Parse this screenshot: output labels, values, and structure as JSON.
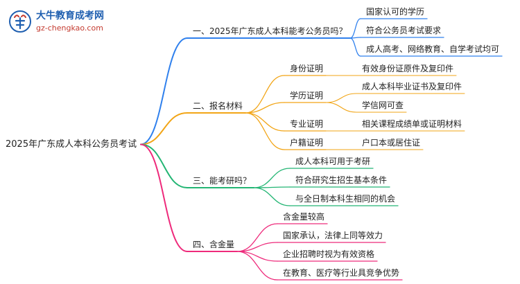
{
  "logo": {
    "name": "大牛教育成考网",
    "url": "gz-chengkao.com",
    "accent": "#1f5fb0",
    "url_color": "#c43a2f"
  },
  "mindmap": {
    "root": "2025年广东成人本科公务员考试",
    "branches": [
      {
        "label": "一、2025年广东成人本科能考公务员吗？",
        "color": "#2f80ed",
        "children": [
          {
            "label": "国家认可的学历",
            "children": []
          },
          {
            "label": "符合公务员考试要求",
            "children": []
          },
          {
            "label": "成人高考、网络教育、自学考试均可",
            "children": []
          }
        ]
      },
      {
        "label": "二、报名材料",
        "color": "#f2a516",
        "children": [
          {
            "label": "身份证明",
            "children": [
              "有效身份证原件及复印件"
            ]
          },
          {
            "label": "学历证明",
            "children": [
              "成人本科毕业证书及复印件",
              "学信网可查"
            ]
          },
          {
            "label": "专业证明",
            "children": [
              "相关课程成绩单或证明材料"
            ]
          },
          {
            "label": "户籍证明",
            "children": [
              "户口本或居住证"
            ]
          }
        ]
      },
      {
        "label": "三、能考研吗？",
        "color": "#22b573",
        "children": [
          {
            "label": "成人本科可用于考研",
            "children": []
          },
          {
            "label": "符合研究生招生基本条件",
            "children": []
          },
          {
            "label": "与全日制本科生相同的机会",
            "children": []
          }
        ]
      },
      {
        "label": "四、含金量",
        "color": "#ee2a7b",
        "children": [
          {
            "label": "含金量较高",
            "children": []
          },
          {
            "label": "国家承认，法律上同等效力",
            "children": []
          },
          {
            "label": "企业招聘时视为有效资格",
            "children": []
          },
          {
            "label": "在教育、医疗等行业具竞争优势",
            "children": []
          }
        ]
      }
    ]
  }
}
